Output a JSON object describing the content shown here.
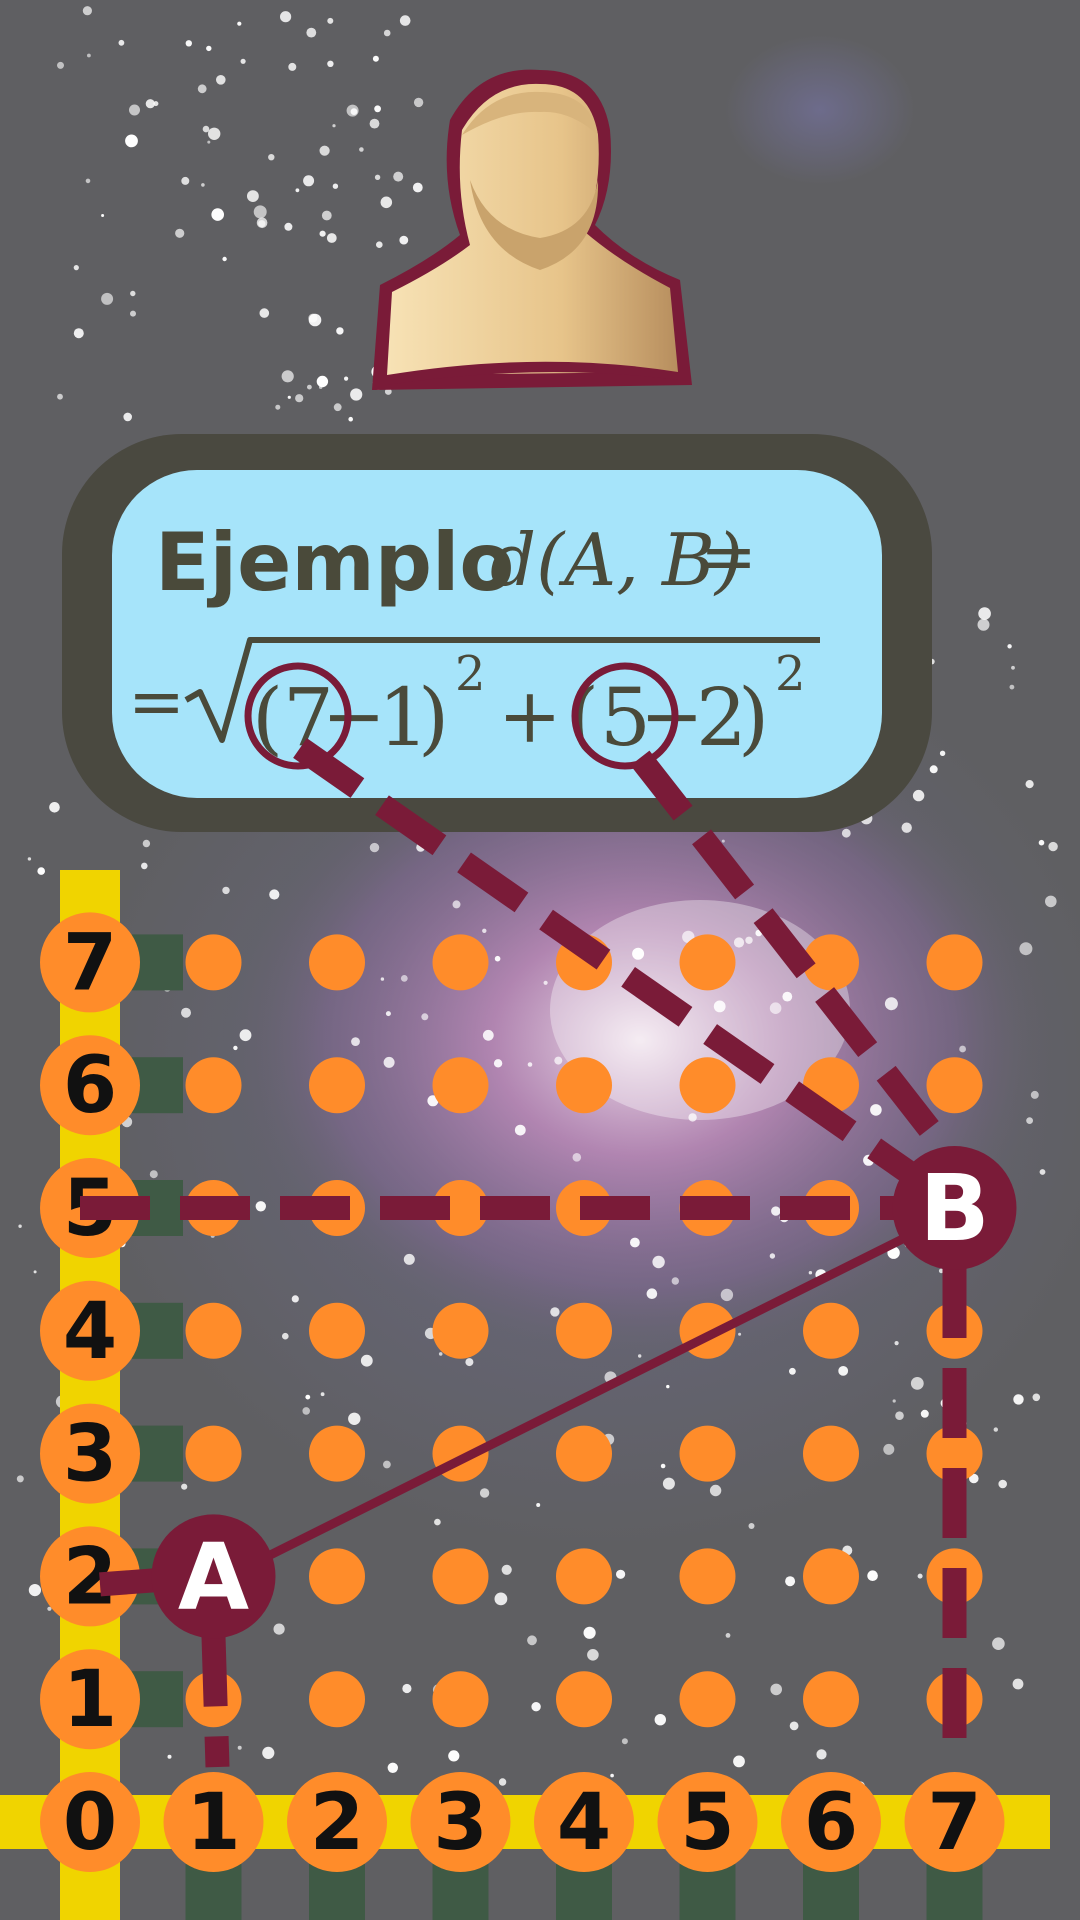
{
  "formula": {
    "heading": "Ejemplo",
    "lhs": "d(A, B)",
    "eq": "=",
    "rhs_prefix": "=",
    "open_paren": "(",
    "x_b": "7",
    "minus": "−",
    "x_a": "1",
    "close_paren_sq": ")",
    "exponent": "2",
    "plus": "+",
    "y_b": "5",
    "y_a": "2"
  },
  "grid": {
    "x_ticks": [
      "0",
      "1",
      "2",
      "3",
      "4",
      "5",
      "6",
      "7"
    ],
    "y_ticks": [
      "0",
      "1",
      "2",
      "3",
      "4",
      "5",
      "6",
      "7"
    ],
    "x_range": [
      0,
      7
    ],
    "y_range": [
      0,
      7
    ]
  },
  "points": [
    {
      "label": "A",
      "x": 1,
      "y": 2
    },
    {
      "label": "B",
      "x": 7,
      "y": 5
    }
  ],
  "colors": {
    "background": "#5f5f62",
    "axis": "#f0d400",
    "dot": "#ff8c2a",
    "accent": "#7a1b38",
    "card_frame": "#4a4940",
    "card_fill": "#a6e4fa",
    "card_text": "#4a4a3a"
  },
  "icons": {
    "portrait": "philosopher-bust-icon"
  }
}
